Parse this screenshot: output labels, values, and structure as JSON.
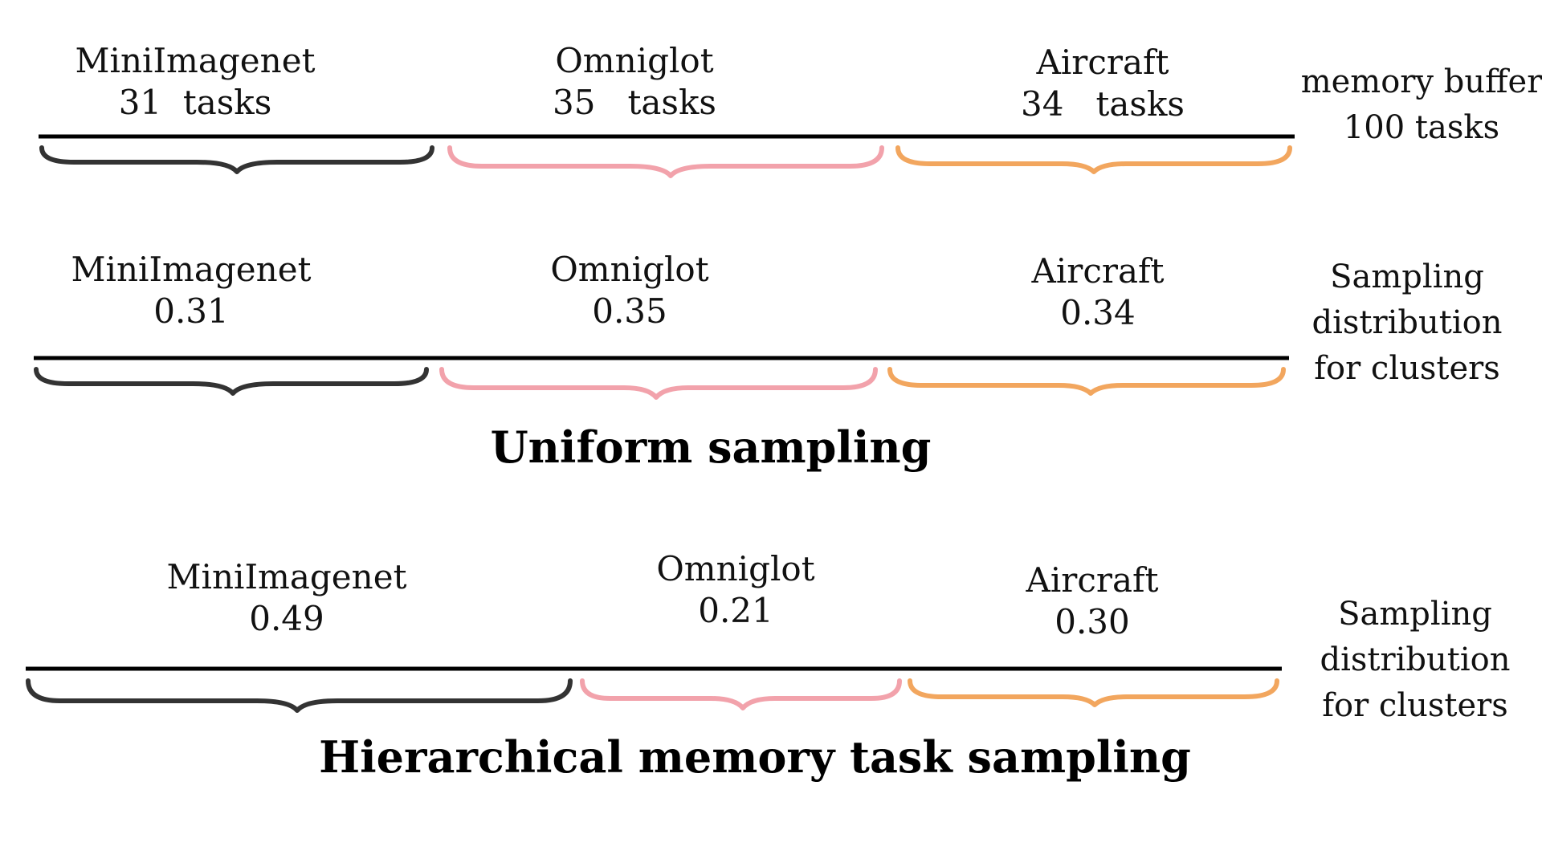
{
  "colors": {
    "miniimagenet": "#333333",
    "omniglot": "#f2a2ab",
    "aircraft": "#f2a65e",
    "line": "#000000"
  },
  "rows": [
    {
      "clusters": [
        {
          "name": "MiniImagenet",
          "value": "31  tasks",
          "share": 0.31
        },
        {
          "name": "Omniglot",
          "value": "35   tasks",
          "share": 0.35
        },
        {
          "name": "Aircraft",
          "value": "34   tasks",
          "share": 0.34
        }
      ],
      "side_label": [
        "memory buffer",
        "100 tasks"
      ]
    },
    {
      "clusters": [
        {
          "name": "MiniImagenet",
          "value": "0.31",
          "share": 0.31
        },
        {
          "name": "Omniglot",
          "value": "0.35",
          "share": 0.35
        },
        {
          "name": "Aircraft",
          "value": "0.34",
          "share": 0.34
        }
      ],
      "side_label": [
        "Sampling",
        "distribution",
        "for clusters"
      ]
    },
    {
      "clusters": [
        {
          "name": "MiniImagenet",
          "value": "0.49",
          "share": 0.49
        },
        {
          "name": "Omniglot",
          "value": "0.21",
          "share": 0.21
        },
        {
          "name": "Aircraft",
          "value": "0.30",
          "share": 0.3
        }
      ],
      "side_label": [
        "Sampling",
        "distribution",
        "for clusters"
      ]
    }
  ],
  "titles": {
    "uniform": "Uniform sampling",
    "hierarchical": "Hierarchical memory task sampling"
  }
}
